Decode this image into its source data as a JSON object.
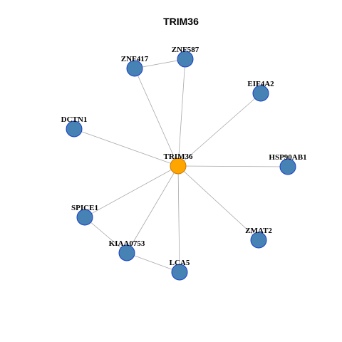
{
  "title": "TRIM36",
  "colors": {
    "hub_fill": "#FFA500",
    "hub_stroke": "#CC7A00",
    "node_fill": "#4682B4",
    "node_stroke": "#1A3FC8",
    "edge": "#A8A8A8"
  },
  "nodes": [
    {
      "id": "TRIM36",
      "label": "TRIM36",
      "hub": true
    },
    {
      "id": "ZNF587",
      "label": "ZNF587",
      "hub": false
    },
    {
      "id": "ZNF417",
      "label": "ZNF417",
      "hub": false
    },
    {
      "id": "EIF4A2",
      "label": "EIF4A2",
      "hub": false
    },
    {
      "id": "DCTN1",
      "label": "DCTN1",
      "hub": false
    },
    {
      "id": "HSP90AB1",
      "label": "HSP90AB1",
      "hub": false
    },
    {
      "id": "SPICE1",
      "label": "SPICE1",
      "hub": false
    },
    {
      "id": "ZMAT2",
      "label": "ZMAT2",
      "hub": false
    },
    {
      "id": "KIAA0753",
      "label": "KIAA0753",
      "hub": false
    },
    {
      "id": "LCA5",
      "label": "LCA5",
      "hub": false
    }
  ],
  "edges": [
    {
      "source": "TRIM36",
      "target": "ZNF587"
    },
    {
      "source": "TRIM36",
      "target": "ZNF417"
    },
    {
      "source": "TRIM36",
      "target": "EIF4A2"
    },
    {
      "source": "TRIM36",
      "target": "DCTN1"
    },
    {
      "source": "TRIM36",
      "target": "HSP90AB1"
    },
    {
      "source": "TRIM36",
      "target": "SPICE1"
    },
    {
      "source": "TRIM36",
      "target": "ZMAT2"
    },
    {
      "source": "TRIM36",
      "target": "KIAA0753"
    },
    {
      "source": "TRIM36",
      "target": "LCA5"
    },
    {
      "source": "ZNF417",
      "target": "ZNF587"
    },
    {
      "source": "SPICE1",
      "target": "KIAA0753"
    },
    {
      "source": "KIAA0753",
      "target": "LCA5"
    }
  ]
}
